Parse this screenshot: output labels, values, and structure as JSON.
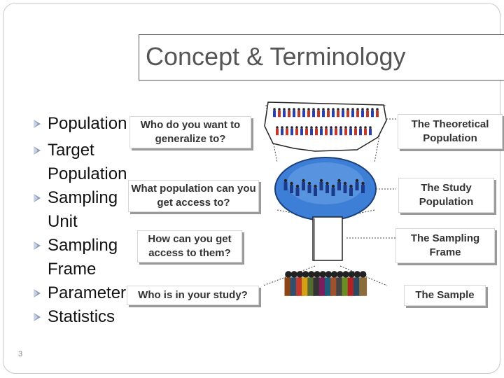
{
  "slide": {
    "title": "Concept & Terminology",
    "page_number": "3",
    "bullets": [
      {
        "lines": [
          "Population"
        ]
      },
      {
        "lines": [
          "Target",
          "Population"
        ]
      },
      {
        "lines": [
          "Sampling",
          "Unit"
        ]
      },
      {
        "lines": [
          "Sampling",
          "Frame"
        ]
      },
      {
        "lines": [
          "Parameter"
        ]
      },
      {
        "lines": [
          "Statistics"
        ]
      }
    ],
    "questions": [
      "Who do you want to generalize to?",
      "What population can you get access to?",
      "How can you get access to them?",
      "Who is in your study?"
    ],
    "levels": [
      "The Theoretical Population",
      "The Study Population",
      "The Sampling Frame",
      "The Sample"
    ]
  },
  "colors": {
    "title": "#555555",
    "bullet_mark": "#8a9bb5",
    "globe": "#3d7fd6",
    "people_blue": "#2a3fb0",
    "people_red": "#c0392b"
  }
}
